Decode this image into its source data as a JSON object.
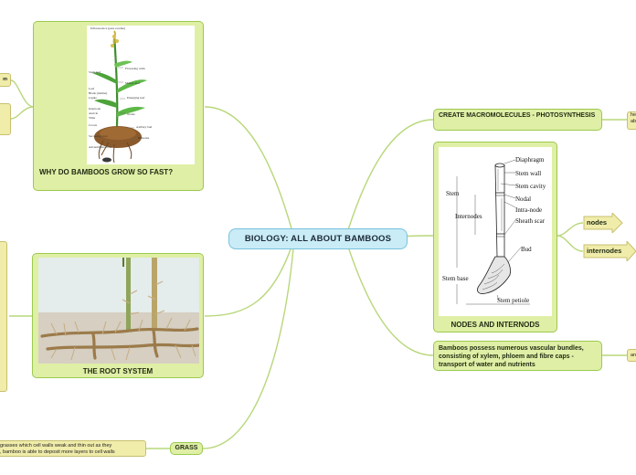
{
  "central": "BIOLOGY: ALL ABOUT BAMBOOS",
  "left": {
    "why_fast": "WHY DO BAMBOOS GROW SO FAST?",
    "root_system": "THE ROOT SYSTEM",
    "grass": "GRASS",
    "grass_note_1": "grasses which cell walls weak and thin out as they",
    "grass_note_2": ", bamboo is able to deposit more layers to cell walls",
    "clipped_top": "m"
  },
  "right": {
    "macromolecules": "CREATE MACROMOLECULES - PHOTOSYNTHESIS",
    "macro_child_1": "he",
    "macro_child_2": "ab",
    "nodes_internodes": "NODES AND INTERNODS",
    "nodes": "nodes",
    "internodes": "internodes",
    "vascular": "Bamboos possess numerous vascular bundles, consisting of xylem, phloem and fibre caps - transport of water and nutrients",
    "vascular_child": "an"
  },
  "plant_diagram_labels": {
    "inflorescence": "Inflorescence (pure raceme)",
    "flowering_culm": "Flowering culm",
    "stem_leaf": "Stem leaf",
    "node_culm": "Nodes",
    "leaf": "Leaf",
    "blade": "Blade (lamina)",
    "ligule": "Ligule",
    "auricle": "Auricle",
    "internode": "Internode",
    "tiller": "Tiller",
    "crown": "Crown",
    "secondary_root": "Secondary root",
    "adventitious_roots": "Adventitious roots",
    "mature_leaf": "Mature leaf",
    "emerging_leaf": "Emerging leaf",
    "rhizome": "Rhizome",
    "axillary_bud": "Axillary bud"
  },
  "stem_diagram_labels": {
    "diaphragm": "Diaphragm",
    "stem_wall": "Stem wall",
    "stem_cavity": "Stem cavity",
    "nodal": "Nodal",
    "intra_node": "Intra-node",
    "sheath_scar": "Sheath scar",
    "bud": "Bud",
    "stem": "Stem",
    "internodes": "Internodes",
    "stem_base": "Stem base",
    "stem_petiole": "Stem petiole"
  },
  "colors": {
    "green_fill": "#dfefa6",
    "green_border": "#9cc94f",
    "central_fill": "#c9ecf7",
    "central_border": "#78c2dd",
    "yellow_fill": "#f0ecaa",
    "link": "#b8d77a"
  }
}
